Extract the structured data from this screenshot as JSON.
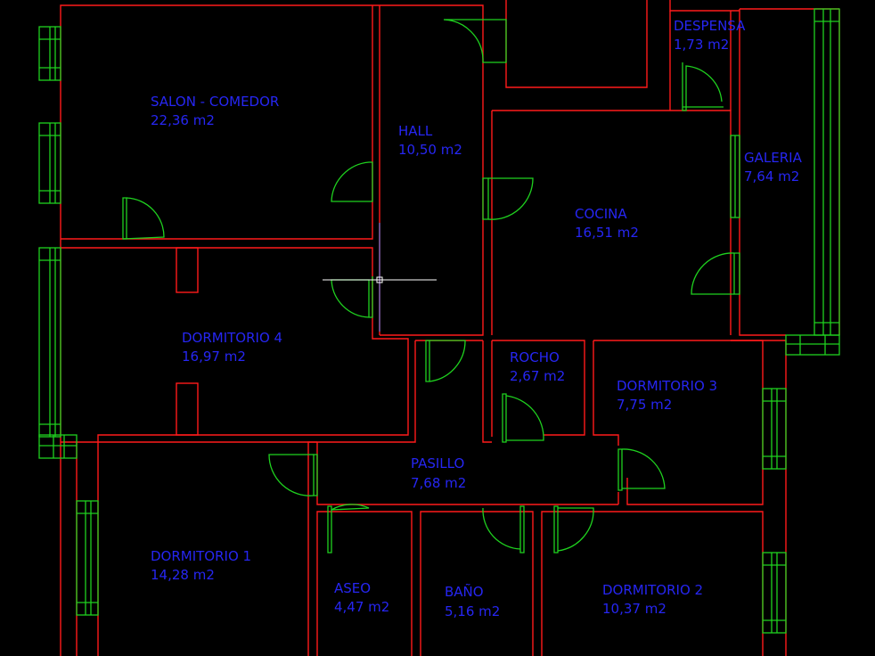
{
  "rooms": [
    {
      "id": "salon-comedor",
      "name": "SALON - COMEDOR",
      "area": "22,36 m2"
    },
    {
      "id": "hall",
      "name": "HALL",
      "area": "10,50 m2"
    },
    {
      "id": "despensa",
      "name": "DESPENSA",
      "area": "1,73 m2"
    },
    {
      "id": "galeria",
      "name": "GALERIA",
      "area": "7,64 m2"
    },
    {
      "id": "cocina",
      "name": "COCINA",
      "area": "16,51 m2"
    },
    {
      "id": "dormitorio-4",
      "name": "DORMITORIO 4",
      "area": "16,97 m2"
    },
    {
      "id": "rocho",
      "name": "ROCHO",
      "area": "2,67 m2"
    },
    {
      "id": "dormitorio-3",
      "name": "DORMITORIO 3",
      "area": "7,75 m2"
    },
    {
      "id": "pasillo",
      "name": "PASILLO",
      "area": "7,68 m2"
    },
    {
      "id": "dormitorio-1",
      "name": "DORMITORIO 1",
      "area": "14,28 m2"
    },
    {
      "id": "aseo",
      "name": "ASEO",
      "area": "4,47 m2"
    },
    {
      "id": "bano",
      "name": "BAÑO",
      "area": "5,16 m2"
    },
    {
      "id": "dormitorio-2",
      "name": "DORMITORIO 2",
      "area": "10,37 m2"
    }
  ],
  "colors": {
    "background": "#000000",
    "walls": "#ff1a1a",
    "openings": "#1fd11f",
    "labels": "#2626f2",
    "crosshair": "#ffffff"
  }
}
